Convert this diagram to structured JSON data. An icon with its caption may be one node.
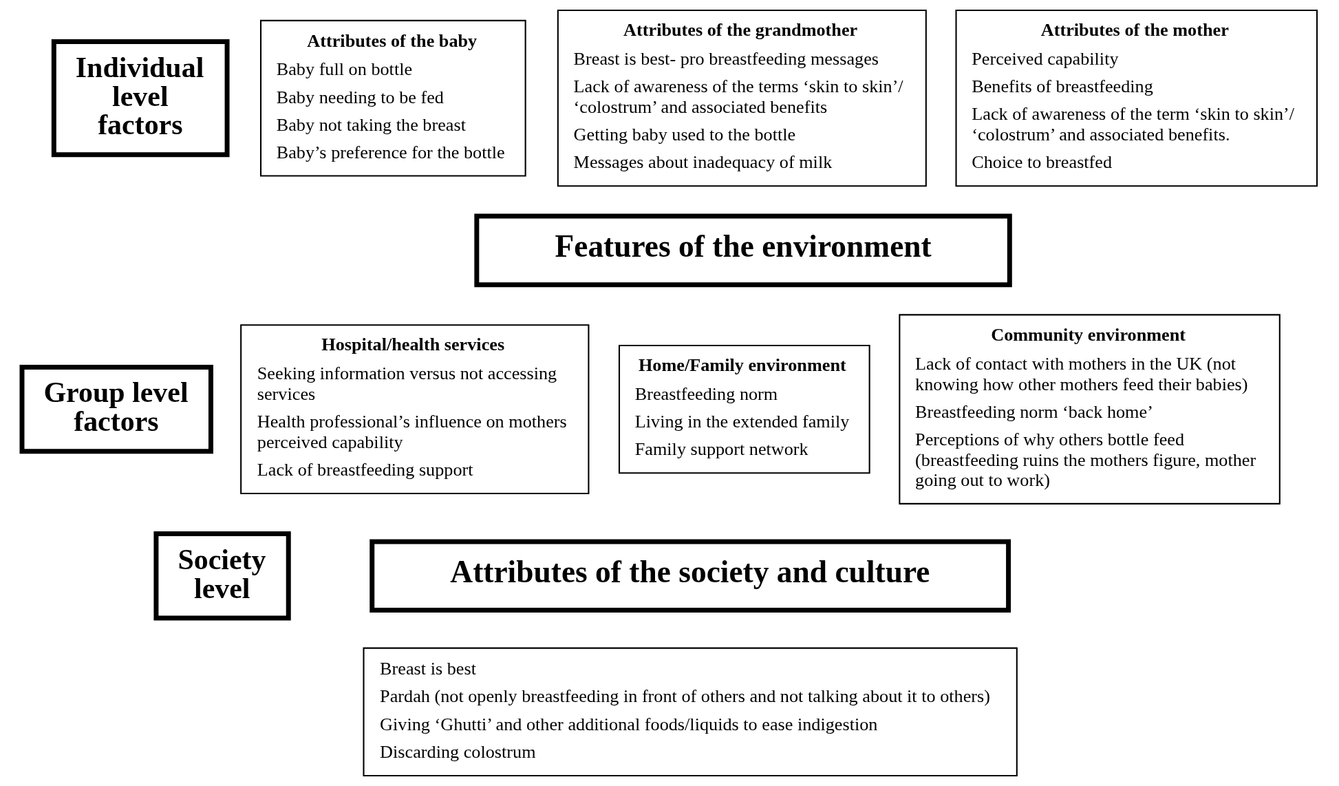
{
  "diagram": {
    "nodes": [
      {
        "text": [
          "Individual level factors"
        ]
      },
      {
        "text": [
          "Attributes of the baby",
          "Baby full on bottle",
          "Baby needing to be fed",
          "Baby not taking the breast",
          "Baby’s preference for the bottle"
        ]
      },
      {
        "text": [
          "Attributes of the grandmother",
          "Breast is best- pro breastfeeding messages",
          "Lack of awareness of the terms ‘skin to skin’/ ‘colostrum’ and associated benefits",
          "Getting baby used to the bottle",
          "Messages about inadequacy of milk"
        ]
      },
      {
        "text": [
          "Attributes of the mother",
          "Perceived capability",
          "Benefits of breastfeeding",
          "Lack of awareness of the term ‘skin to skin’/ ‘colostrum’ and associated benefits.",
          "Choice to breastfed"
        ]
      },
      {
        "text": [
          "Features of the environment"
        ]
      },
      {
        "text": [
          "Group level factors"
        ]
      },
      {
        "text": [
          "Hospital/health services",
          "Seeking information versus not accessing services",
          "Health professional’s influence on mothers perceived capability",
          "Lack of breastfeeding support"
        ]
      },
      {
        "text": [
          "Home/Family environment",
          "Breastfeeding norm",
          "Living in the extended family",
          "Family support network"
        ]
      },
      {
        "text": [
          "Community environment",
          "Lack of contact with mothers in the UK (not knowing how other mothers feed their babies)",
          "Breastfeeding norm ‘back home’",
          "Perceptions of why others bottle feed (breastfeeding ruins the mothers figure, mother going out to work)"
        ]
      },
      {
        "text": [
          "Society level"
        ]
      },
      {
        "text": [
          "Attributes of the society and culture"
        ]
      },
      {
        "text": [
          "Breast is best",
          "Pardah (not openly breastfeeding in front of others and not talking about it to others)",
          "Giving ‘Ghutti’ and other additional foods/liquids to ease indigestion",
          "Discarding colostrum"
        ]
      }
    ]
  }
}
